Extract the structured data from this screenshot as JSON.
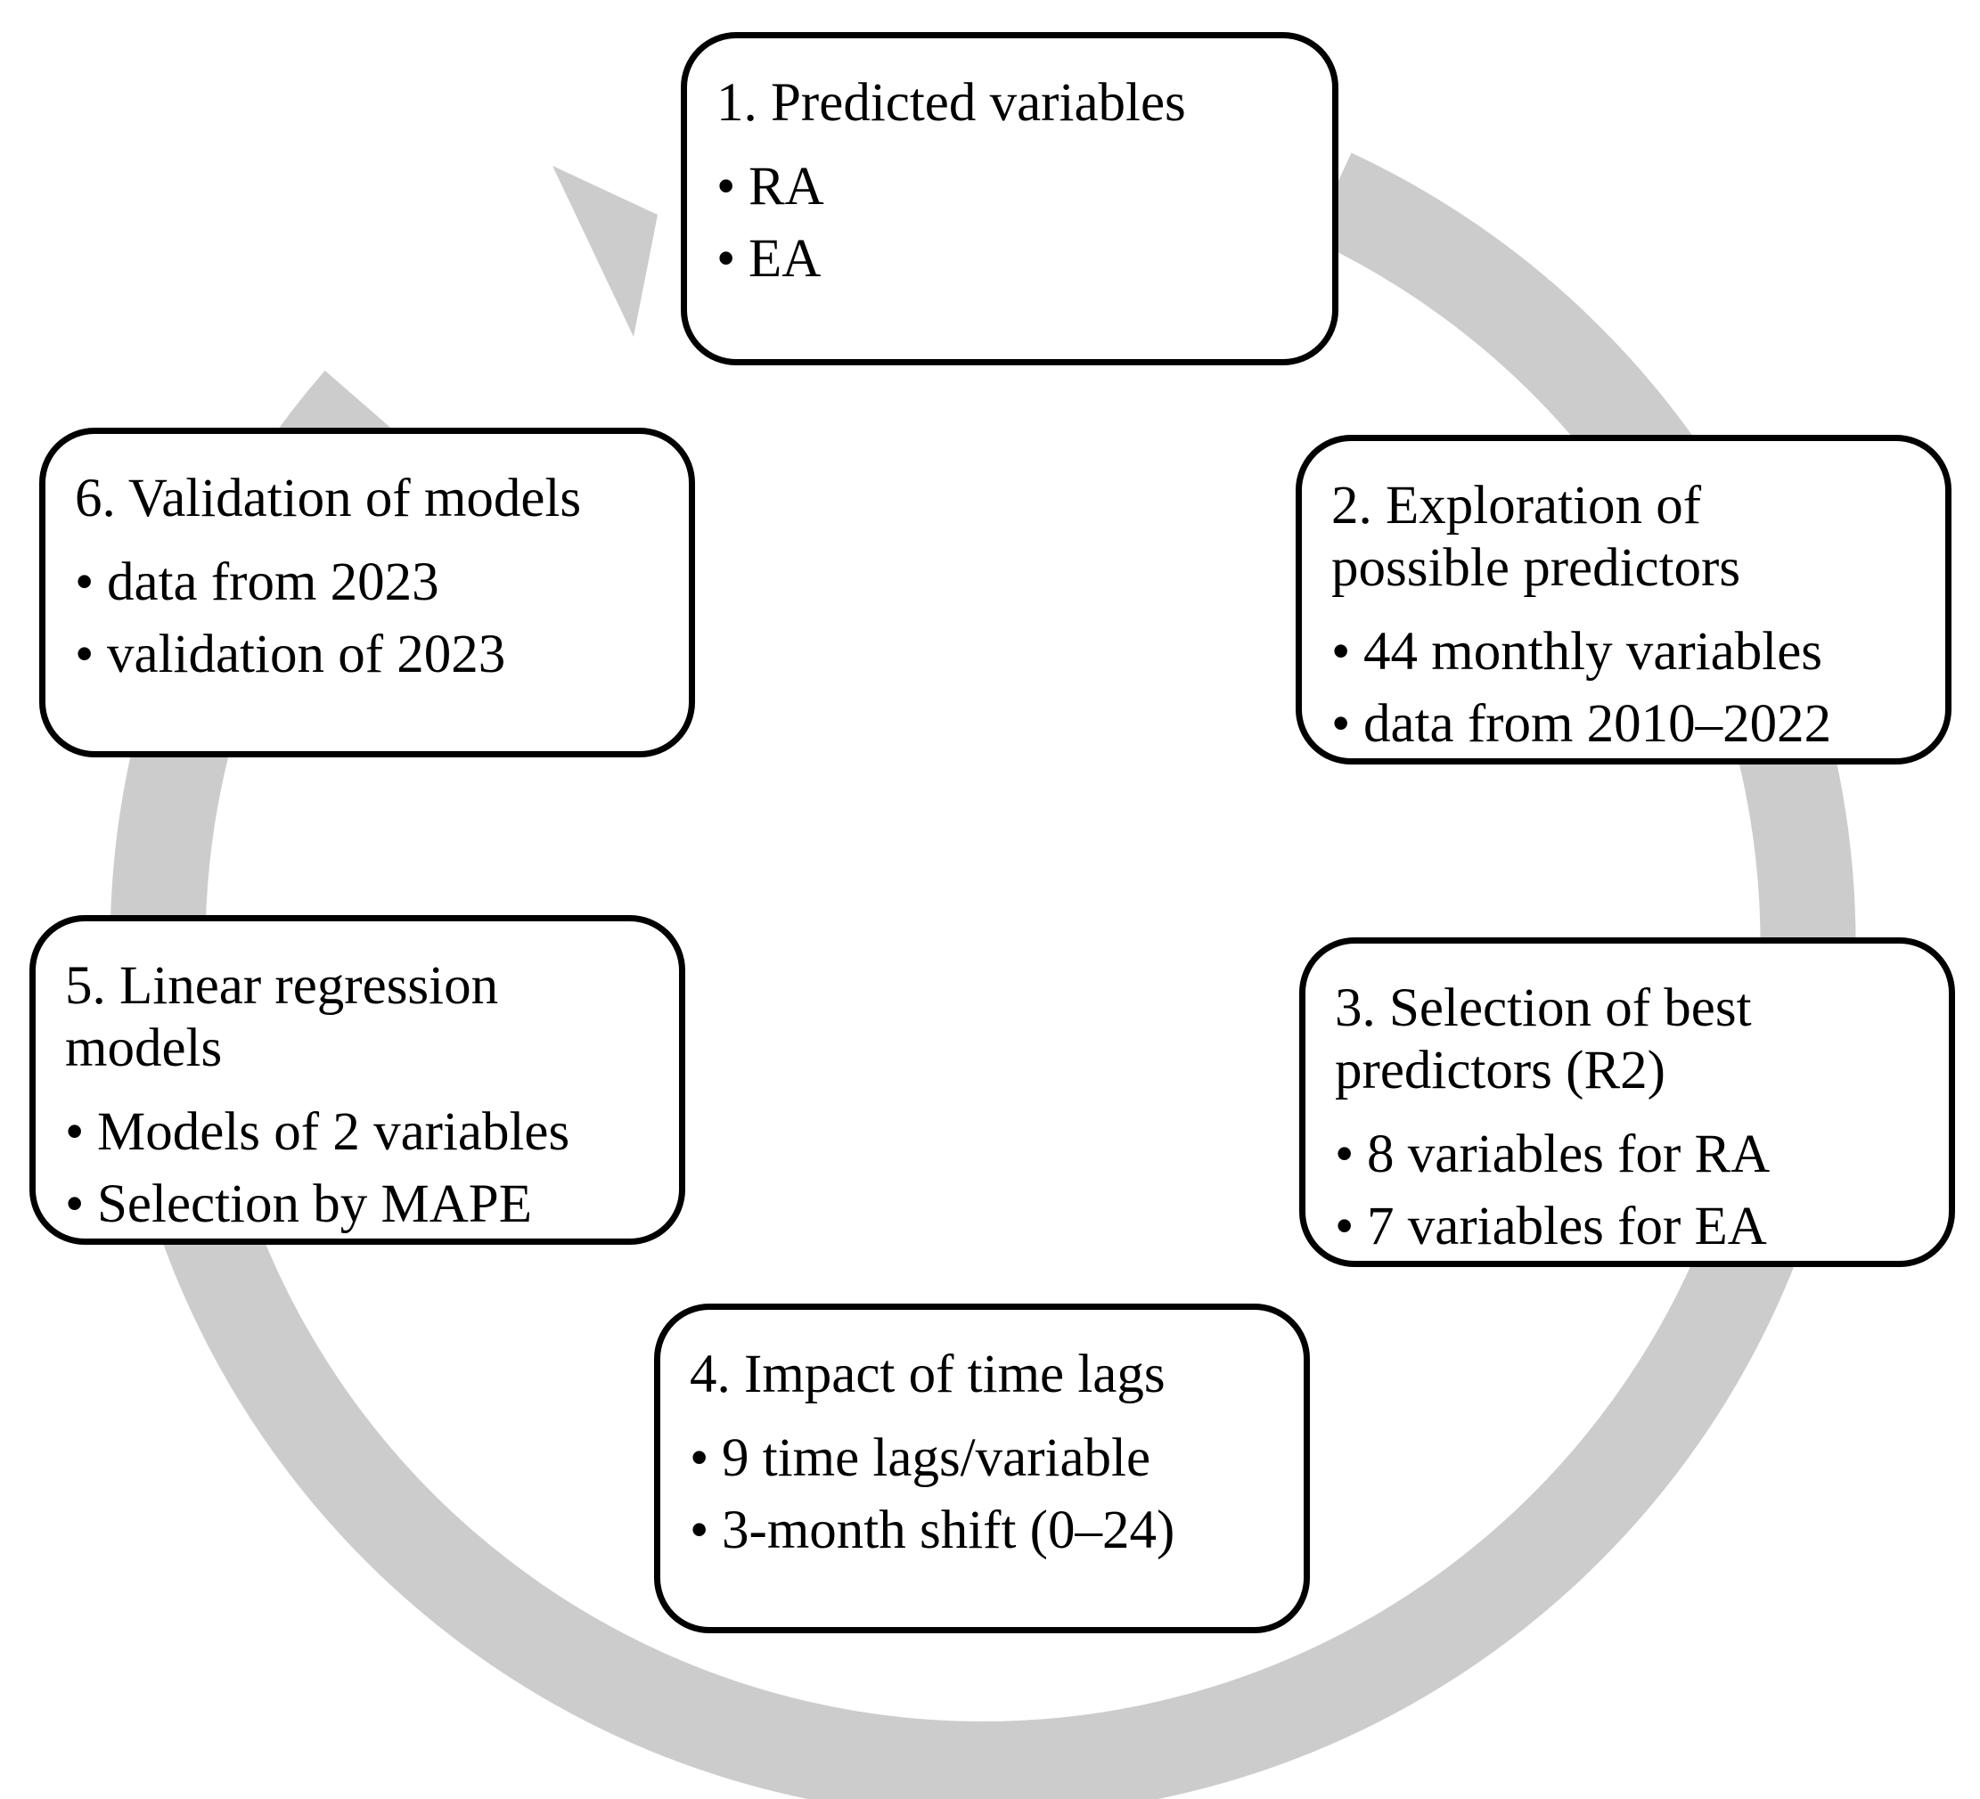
{
  "diagram": {
    "arrow_color": "#cccccc",
    "box_border_color": "#000000",
    "steps": [
      {
        "title": "1. Predicted variables",
        "items": [
          "RA",
          "EA"
        ]
      },
      {
        "title_lines": [
          "2. Exploration of",
          "possible predictors"
        ],
        "items": [
          "44 monthly variables",
          "data from 2010–2022"
        ]
      },
      {
        "title_lines": [
          "3. Selection of best",
          "predictors (R2)"
        ],
        "items": [
          "8 variables for RA",
          "7 variables for EA"
        ]
      },
      {
        "title": "4. Impact of time lags",
        "items": [
          "9 time lags/variable",
          "3-month shift (0–24)"
        ]
      },
      {
        "title_lines": [
          "5. Linear regression",
          "models"
        ],
        "items": [
          "Models of 2 variables",
          "Selection by MAPE"
        ]
      },
      {
        "title": "6. Validation of models",
        "items": [
          "data from 2023",
          "validation of 2023"
        ]
      }
    ]
  }
}
